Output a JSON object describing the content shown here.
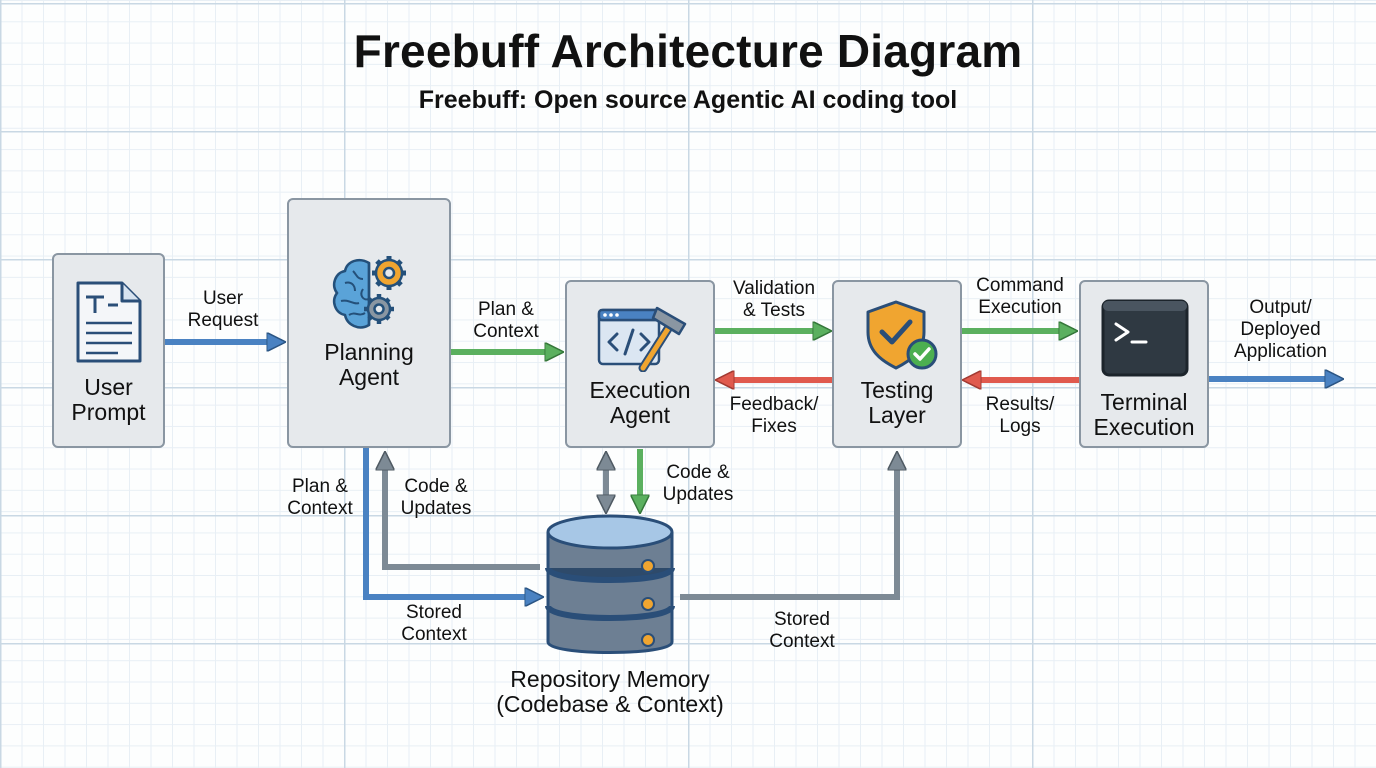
{
  "title": "Freebuff Architecture Diagram",
  "subtitle": "Freebuff: Open source Agentic AI coding tool",
  "nodes": {
    "user_prompt": "User\nPrompt",
    "planning_agent": "Planning\nAgent",
    "execution_agent": "Execution\nAgent",
    "testing_layer": "Testing\nLayer",
    "terminal_execution": "Terminal\nExecution",
    "repository_memory": "Repository Memory\n(Codebase & Context)"
  },
  "edges": {
    "user_request": "User\nRequest",
    "plan_context_top": "Plan &\nContext",
    "validation_tests": "Validation\n& Tests",
    "feedback_fixes": "Feedback/\nFixes",
    "command_execution": "Command\nExecution",
    "results_logs": "Results/\nLogs",
    "output_deployed": "Output/\nDeployed\nApplication",
    "plan_context_down": "Plan &\nContext",
    "code_updates_left": "Code &\nUpdates",
    "code_updates_exec": "Code &\nUpdates",
    "stored_context_left": "Stored\nContext",
    "stored_context_right": "Stored\nContext"
  },
  "icons": {
    "user_prompt": "document-icon",
    "planning_agent": "brain-gears-icon",
    "execution_agent": "code-hammer-icon",
    "testing_layer": "shield-check-icon",
    "terminal_execution": "terminal-icon",
    "repository_memory": "database-icon"
  },
  "colors": {
    "blue": "#4a82c2",
    "green": "#5bb05f",
    "red": "#e05a4e",
    "gray": "#7d8a95",
    "box_fill": "#e6e9ec",
    "box_border": "#8a96a2"
  }
}
